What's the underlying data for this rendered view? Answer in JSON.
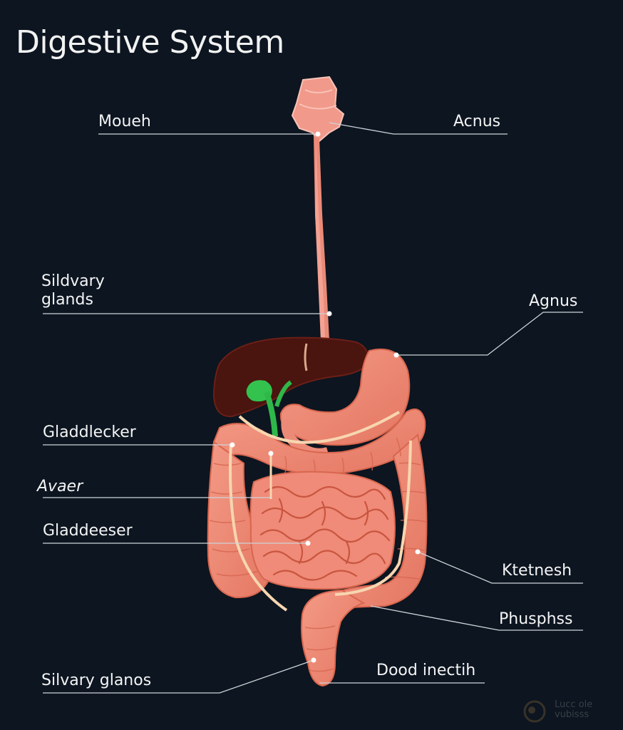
{
  "title": "Digestive System",
  "labels": {
    "mouth": "Moueh",
    "anus_top": "Acnus",
    "salivary_1": "Sildvary\nglands",
    "anus_mid": "Agnus",
    "gallbladder_1": "Gladdlecker",
    "liver": "Avaer",
    "gallbladder_2": "Gladdeeser",
    "intestine": "Ktetnesh",
    "pharynx": "Phusphss",
    "salivary_2": "Silvary glanos",
    "duodenum": "Dood inectih"
  },
  "colors": {
    "background": "#0c1520",
    "organ": "#ee8a76",
    "liver": "#4a140f",
    "gallbladder": "#2fb84a",
    "leader": "#cfd3d8"
  },
  "watermark": {
    "line1": "Lucc ole",
    "line2": "vubisss"
  }
}
